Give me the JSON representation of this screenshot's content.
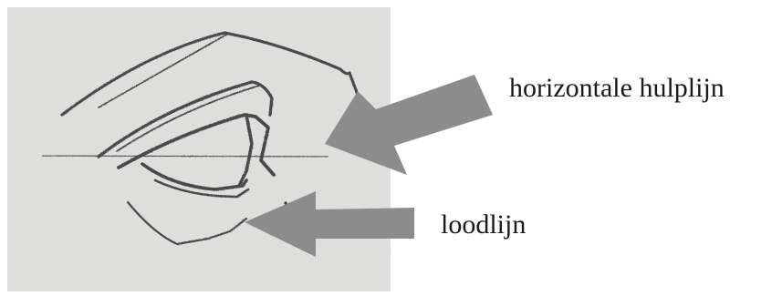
{
  "labels": {
    "horizontal_guide": "horizontale hulplijn",
    "plumb_line": "loodlijn"
  },
  "colors": {
    "arrow": "#8c8c8c",
    "sketch_stroke": "#4a4a4a",
    "guide_stroke": "#555555",
    "paper": "#e6e6e4",
    "label_text": "#1a1a1a"
  },
  "icons": {
    "arrow_to_horizontal_guide": "left-pointing-arrow",
    "arrow_to_plumb_line": "left-pointing-arrow"
  }
}
